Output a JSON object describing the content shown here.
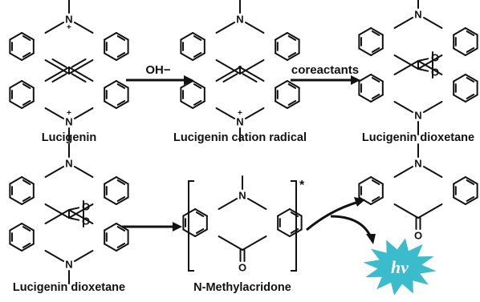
{
  "diagram": {
    "compounds": [
      {
        "id": "lucigenin",
        "label": "Lucigenin",
        "n_top": "N",
        "n_bottom": "N",
        "charge": "+"
      },
      {
        "id": "cation-radical",
        "label": "Lucigenin cation radical",
        "n_top": "N",
        "n_bottom": "N",
        "charge": "+"
      },
      {
        "id": "dioxetane-1",
        "label": "Lucigenin dioxetane",
        "n_top": "N",
        "n_bottom": "N",
        "o1": "O",
        "o2": "O"
      },
      {
        "id": "dioxetane-2",
        "label": "Lucigenin dioxetane",
        "n_top": "N",
        "n_bottom": "N",
        "o1": "O",
        "o2": "O"
      },
      {
        "id": "methylacridone-excited",
        "label": "N-Methylacridone",
        "n": "N",
        "o": "O",
        "excited_mark": "*"
      },
      {
        "id": "methylacridone-product",
        "n": "N",
        "o": "O"
      }
    ],
    "reagents": {
      "step1": "OH−",
      "step2": "coreactants"
    },
    "emission": {
      "text": "hν",
      "color": "#3bbccc"
    }
  }
}
